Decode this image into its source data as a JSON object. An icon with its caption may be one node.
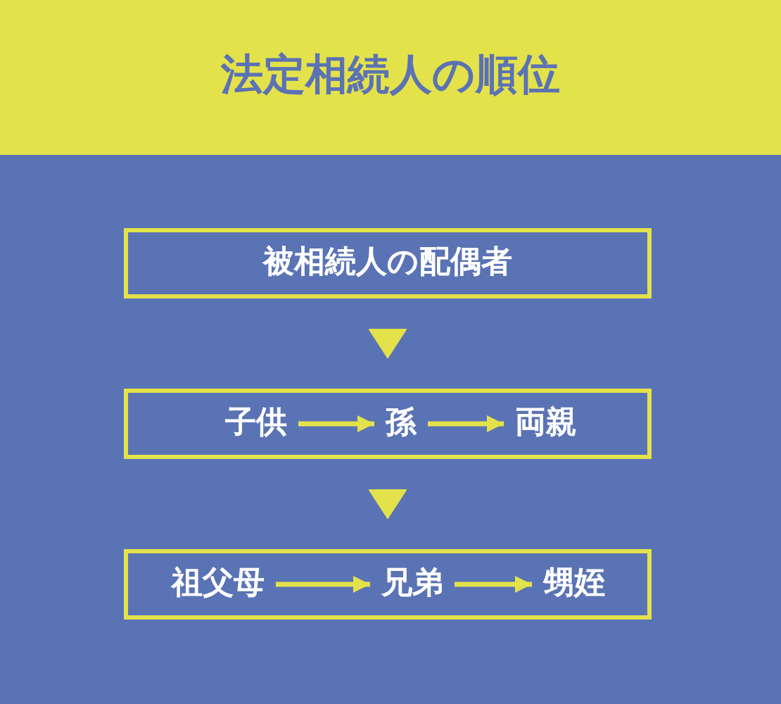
{
  "diagram": {
    "title": "法定相続人の順位",
    "nodes": [
      {
        "text": [
          "被相続人の配偶者"
        ]
      },
      {
        "text": [],
        "shape": "box"
      },
      {
        "text": [
          "子供"
        ],
        "in": 1
      },
      {
        "text": [
          "孫"
        ],
        "in": 1
      },
      {
        "text": [
          "両親"
        ],
        "in": 1
      },
      {
        "text": [],
        "shape": "box"
      },
      {
        "text": [
          "祖父母"
        ],
        "in": 5
      },
      {
        "text": [
          "兄弟"
        ],
        "in": 5
      },
      {
        "text": [
          "甥姪"
        ],
        "in": 5
      }
    ],
    "edges": [
      {
        "from": 0,
        "to": 1,
        "arrow": "to"
      },
      {
        "from": 2,
        "to": 3,
        "arrow": "to"
      },
      {
        "from": 3,
        "to": 4,
        "arrow": "to"
      },
      {
        "from": 1,
        "to": 5,
        "arrow": "to"
      },
      {
        "from": 6,
        "to": 7,
        "arrow": "to"
      },
      {
        "from": 7,
        "to": 8,
        "arrow": "to"
      }
    ]
  }
}
